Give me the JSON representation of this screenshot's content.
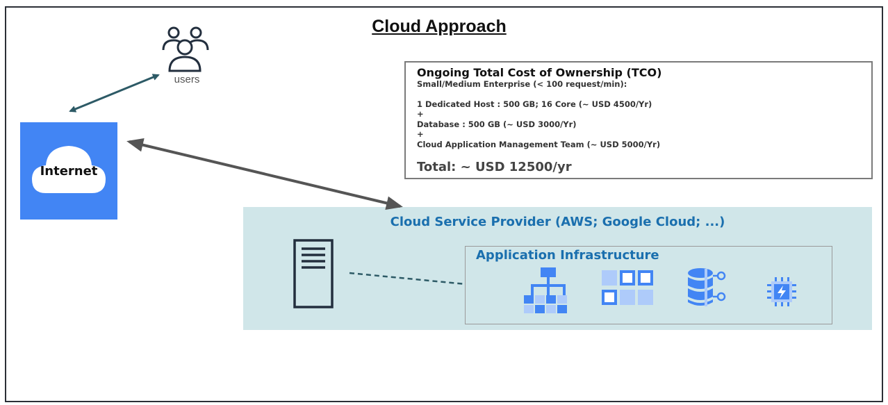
{
  "title": "Cloud Approach",
  "users": {
    "label": "users"
  },
  "internet": {
    "label": "Internet",
    "color": "#4285f4"
  },
  "tco": {
    "title": "Ongoing Total Cost of Ownership (TCO)",
    "lines": [
      "Small/Medium Enterprise (< 100 request/min):",
      "1 Dedicated Host : 500 GB; 16 Core (~ USD 4500/Yr)",
      "+",
      "Database : 500 GB (~ USD 3000/Yr)",
      "+",
      "Cloud Application Management Team (~ USD 5000/Yr)"
    ],
    "total": "Total: ~ USD 12500/yr"
  },
  "cloud_provider": {
    "title": "Cloud Service Provider (AWS; Google Cloud; ...)",
    "background": "#d0e6e9",
    "infrastructure": {
      "title": "Application Infrastructure",
      "icons": [
        "network-hierarchy-icon",
        "compute-grid-icon",
        "database-icon",
        "chip-icon"
      ]
    }
  },
  "server": {
    "icon": "server-icon"
  },
  "colors": {
    "accent_blue": "#1a6fae",
    "icon_blue": "#4285f4",
    "icon_light_blue": "#aecbfa",
    "arrow_teal": "#2d5a66",
    "arrow_gray": "#555555"
  }
}
